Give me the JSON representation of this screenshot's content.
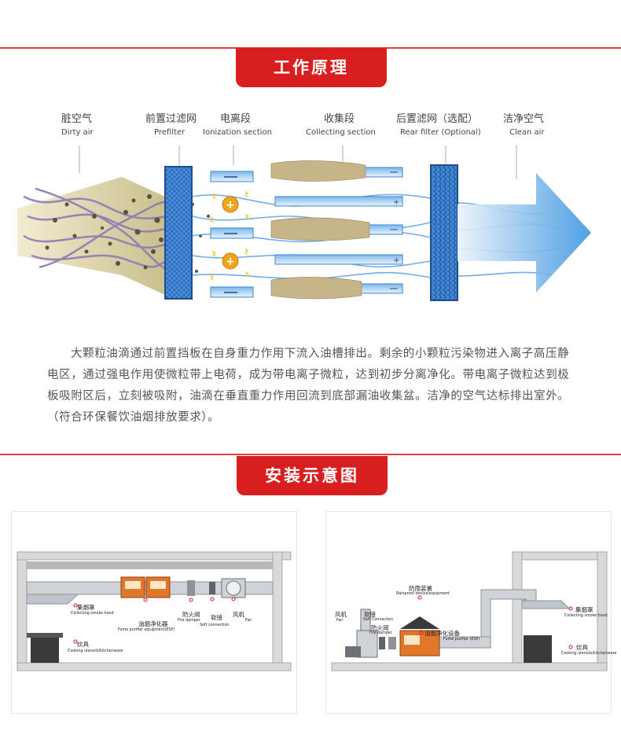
{
  "sections": {
    "principle_title": "工作原理",
    "install_title": "安装示意图"
  },
  "labels": [
    {
      "cn": "脏空气",
      "en": "Dirty air"
    },
    {
      "cn": "前置过滤网",
      "en": "Prefilter"
    },
    {
      "cn": "电离段",
      "en": "Ionization section"
    },
    {
      "cn": "收集段",
      "en": "Collecting section"
    },
    {
      "cn": "后置滤网（选配）",
      "en": "Rear filter (Optional)"
    },
    {
      "cn": "洁净空气",
      "en": "Clean air"
    }
  ],
  "description": "大颗粒油滴通过前置挡板在自身重力作用下流入油槽排出。剩余的小颗粒污染物进入离子高压静电区，通过强电作用使微粒带上电荷，成为带电离子微粒，达到初步分离净化。带电离子微粒达到极板吸附区后，立刻被吸附，油滴在垂直重力作用回流到底部漏油收集盆。洁净的空气达标排出室外。（符合环保餐饮油烟排放要求）。",
  "install_left": {
    "hood": {
      "cn": "集烟罩",
      "en": "Collecting smoke hood"
    },
    "stove": {
      "cn": "炊具",
      "en": "Cooking utensils/kitchenware"
    },
    "esp": {
      "cn": "油烟净化器",
      "en": "Fume purifier equipment(ESP)"
    },
    "damper": {
      "cn": "防火阀",
      "en": "Fire damper"
    },
    "soft": {
      "cn": "软接",
      "en": "Soft connection"
    },
    "fan": {
      "cn": "风机",
      "en": "Fan"
    }
  },
  "install_right": {
    "rain": {
      "cn": "防雨装置",
      "en": "Rainproof device/equipment"
    },
    "fan": {
      "cn": "风机",
      "en": "Fan"
    },
    "soft": {
      "cn": "软接",
      "en": "Soft Connection"
    },
    "damper": {
      "cn": "防火阀",
      "en": "Fire damper"
    },
    "esp": {
      "cn": "油烟净化设备",
      "en": "Fume purifier (ESP)"
    },
    "hood": {
      "cn": "集烟罩",
      "en": "Collecting smoke hood"
    },
    "stove": {
      "cn": "炊具",
      "en": "Cooking utensils/kitchenware"
    }
  },
  "colors": {
    "accent": "#d81e1e",
    "blue": "#2f86d6",
    "purple": "#8a7bb5"
  }
}
